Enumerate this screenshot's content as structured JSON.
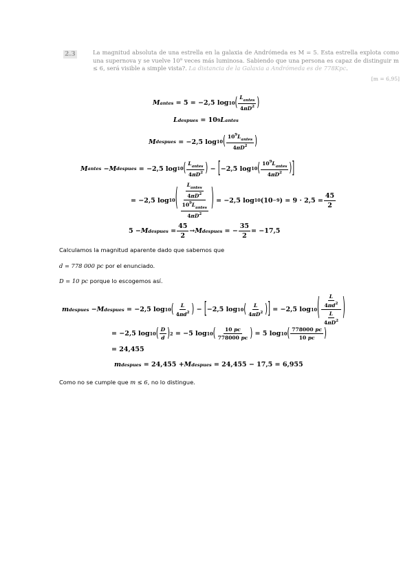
{
  "problem": {
    "number": "2.3",
    "statement": "La magnitud absoluta de una estrella en la galaxia de Andrómeda es M = 5. Esta estrella explota como una supernova y se vuelve 10⁹ veces más luminosa. Sabiendo que una persona es capaz de distinguir m ≤ 6, será visible a simple vista?.",
    "hint": "La distancia de la Galaxia a Andrómeda es de 778Kpc",
    "answer": "[m = 6,95]"
  },
  "solution": {
    "text1": "Calculamos la magnitud aparente dado que sabemos que",
    "text2_var": "d = 778 000 pc",
    "text2_rest": " por el enunciado.",
    "text3_var": "D = 10 pc",
    "text3_rest": " porque lo escogemos así.",
    "conclusion_a": "Como no se cumple que ",
    "conclusion_m": "m ≤ 6",
    "conclusion_b": ", no lo distingue."
  }
}
